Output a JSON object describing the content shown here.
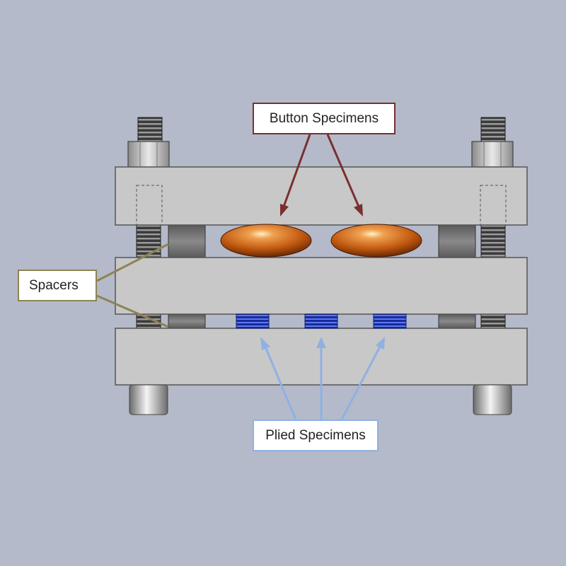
{
  "labels": {
    "button_specimens": "Button Specimens",
    "spacers": "Spacers",
    "plied_specimens": "Plied Specimens"
  },
  "colors": {
    "background": "#b4bac9",
    "plate": "#c8c8c8",
    "plate_edge": "#555555",
    "button_specimen": "#c25a10",
    "plied_specimen": "#2a3fb8",
    "button_callout": "#7a2f2f",
    "spacer_callout": "#8e8355",
    "plied_callout": "#8fb1e2"
  }
}
